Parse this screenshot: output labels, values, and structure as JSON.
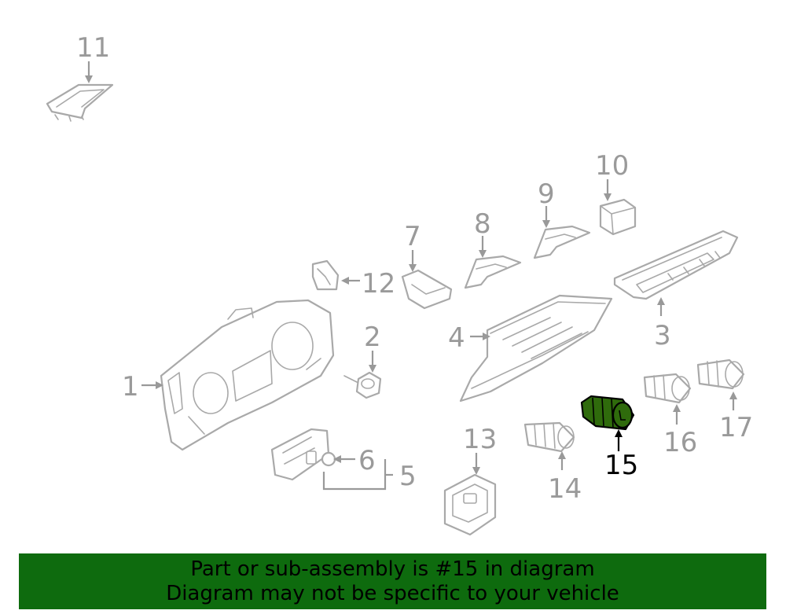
{
  "diagram": {
    "highlighted_part": "15",
    "callouts": {
      "c1": "1",
      "c2": "2",
      "c3": "3",
      "c4": "4",
      "c5": "5",
      "c6": "6",
      "c7": "7",
      "c8": "8",
      "c9": "9",
      "c10": "10",
      "c11": "11",
      "c12": "12",
      "c13": "13",
      "c14": "14",
      "c15": "15",
      "c16": "16",
      "c17": "17"
    },
    "highlight_color": "#2f6b0c"
  },
  "banner": {
    "line1": "Part or sub-assembly is #15 in diagram",
    "line2": "Diagram may not be specific to your vehicle",
    "background": "#0e6b0e"
  }
}
